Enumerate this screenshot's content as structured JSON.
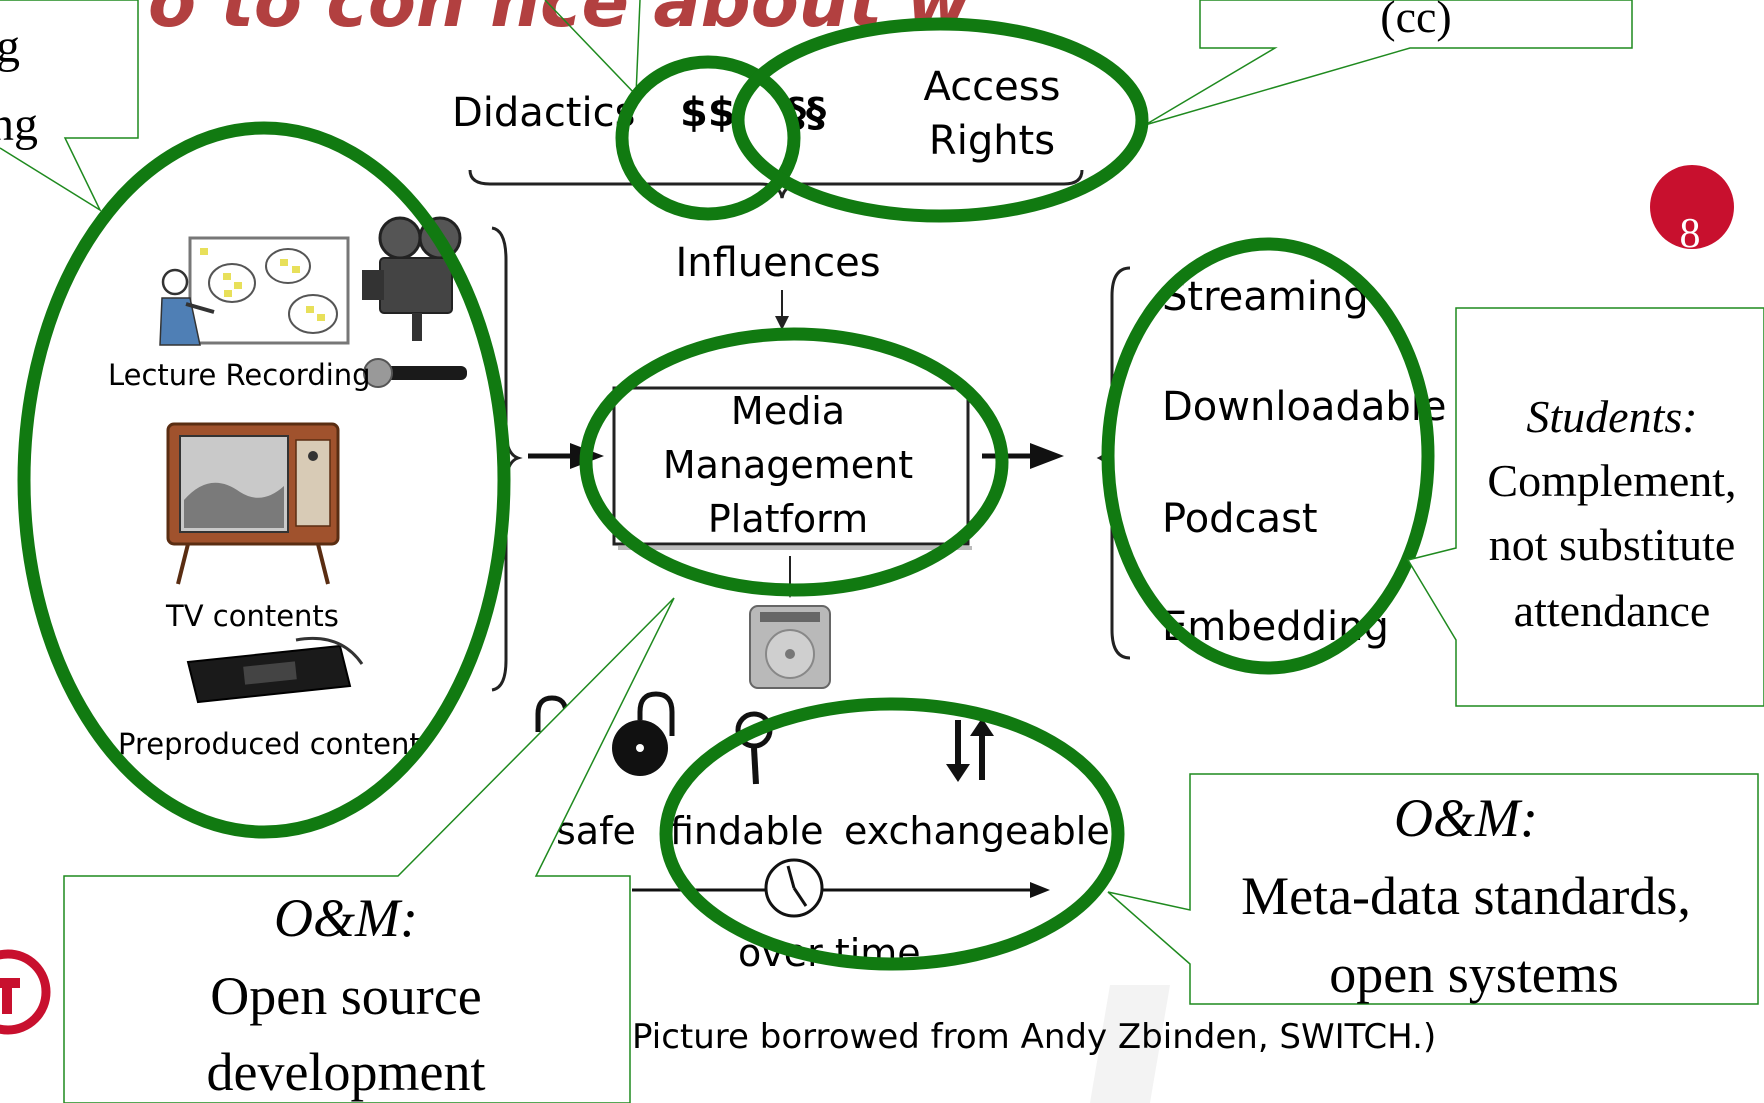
{
  "slide": {
    "title": "o to con  nce about w",
    "page_number": "8",
    "caption": "Picture borrowed from Andy Zbinden, SWITCH.)",
    "colors": {
      "highlight": "#117a11",
      "title": "#b24040",
      "badge": "#c8102e",
      "callout_border": "#1f8a1f"
    }
  },
  "diagram": {
    "influences": {
      "items": [
        "Didactics",
        "$$",
        "§§",
        "Access",
        "Rights"
      ],
      "label": "Influences"
    },
    "inputs": {
      "lecture_recording": "Lecture Recording",
      "tv_contents": "TV contents",
      "preproduced_content": "Preproduced content"
    },
    "platform": {
      "line1": "Media",
      "line2": "Management",
      "line3": "Platform"
    },
    "outputs": [
      "Streaming",
      "Downloadable",
      "Podcast",
      "Embedding"
    ],
    "properties": {
      "safe": "safe",
      "findable": "findable",
      "exchangeable": "exchangeable",
      "over_time": "over time"
    }
  },
  "callouts": {
    "top_left_fragment": {
      "line1": "g",
      "line2": "ng"
    },
    "top_right_fragment": "(cc)",
    "students": {
      "heading": "Students:",
      "line1": "Complement,",
      "line2": "not substitute",
      "line3": "attendance"
    },
    "om_metadata": {
      "heading": "O&M:",
      "line1": "Meta-data standards,",
      "line2": "open systems"
    },
    "om_open_source": {
      "heading": "O&M:",
      "line1": "Open source",
      "line2": "development"
    }
  }
}
